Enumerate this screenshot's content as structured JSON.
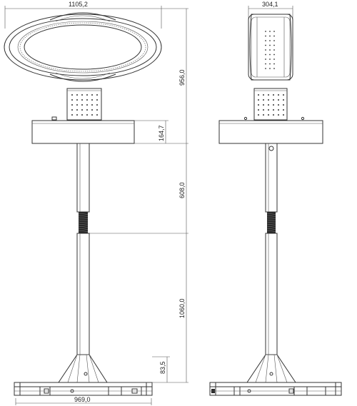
{
  "figure": {
    "views": [
      "front-view",
      "side-view"
    ],
    "dimensions": {
      "top_width": "1105,2",
      "side_head_width": "304,1",
      "head_height": "956,0",
      "table_thickness": "164,7",
      "upper_pole": "608,0",
      "lower_pole": "1060,0",
      "base_height": "83,5",
      "base_width": "969,0"
    }
  }
}
